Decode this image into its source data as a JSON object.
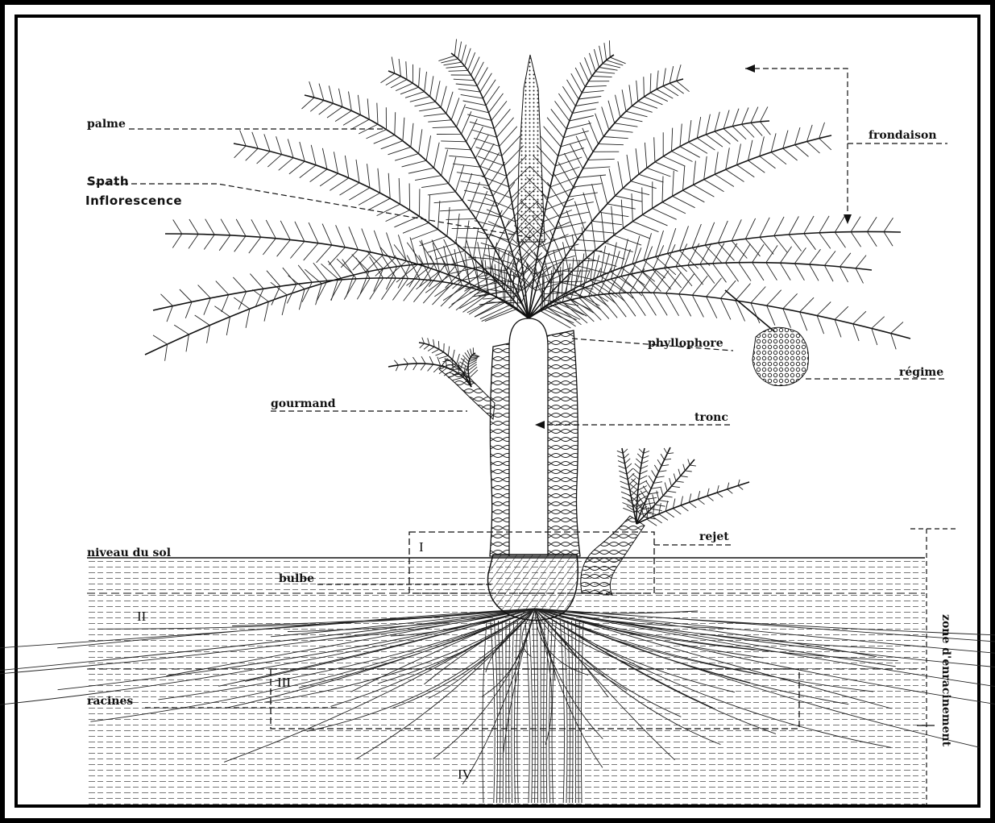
{
  "labels": {
    "palme": "palme",
    "spath": "Spath",
    "inflorescence": "Inflorescence",
    "frondaison": "frondaison",
    "phyllophore": "phyllophore",
    "regime": "régime",
    "gourmand": "gourmand",
    "tronc": "tronc",
    "rejet": "rejet",
    "niveau_sol": "niveau du sol",
    "bulbe": "bulbe",
    "racines": "racines",
    "zone_enracinement": "zone d'enracinement"
  },
  "zones": [
    "I",
    "II",
    "III",
    "IV"
  ]
}
